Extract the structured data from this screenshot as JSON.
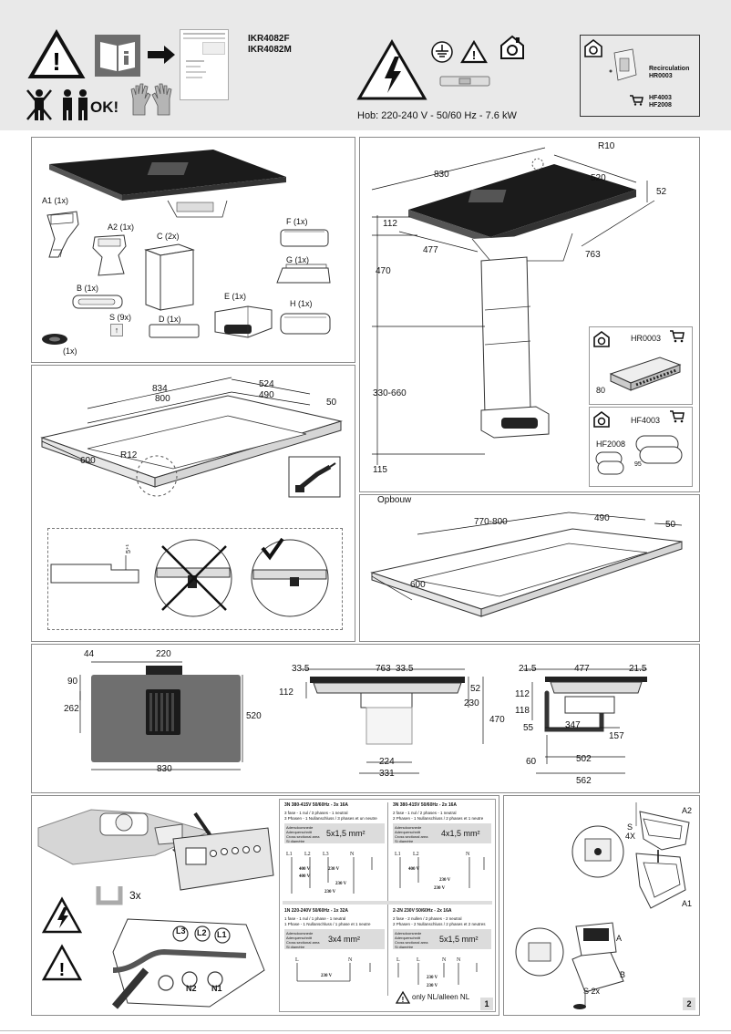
{
  "header": {
    "models": [
      "IKR4082F",
      "IKR4082M"
    ],
    "ok_label": "OK!",
    "power_spec": "Hob: 220-240 V - 50/60 Hz - 7.6 kW",
    "recirculation_label": "Recirculation",
    "recirculation_code": "HR0003",
    "filter_codes": [
      "HF4003",
      "HF2008"
    ]
  },
  "parts": {
    "hob_dims": {
      "width": "830",
      "depth": "520",
      "height": "52",
      "corner_radius": "R10",
      "top_to_duct": "112",
      "duct_offset_x": "477",
      "duct_offset_y": "763",
      "height_470": "470",
      "adjust_range": "330-660",
      "bottom": "115"
    },
    "items": [
      "A1 (1x)",
      "A2 (1x)",
      "C (2x)",
      "F (1x)",
      "G (1x)",
      "B (1x)",
      "S (9x)",
      "D (1x)",
      "E (1x)",
      "H (1x)",
      "(1x)"
    ]
  },
  "accessories": {
    "hr": {
      "code": "HR0003",
      "dim": "80"
    },
    "hf": {
      "code1": "HF4003",
      "code2": "HF2008",
      "dim": "95"
    }
  },
  "cutout_inset": {
    "dims": [
      "834",
      "800",
      "524",
      "490",
      "50",
      "600",
      "R12"
    ],
    "tolerance": "5⁺¹"
  },
  "cutout_surface": {
    "title": "Opbouw",
    "dims": [
      "770-800",
      "490",
      "50",
      "600"
    ]
  },
  "dimensions_row": {
    "top_view": [
      "44",
      "220",
      "90",
      "262",
      "520",
      "830"
    ],
    "front_view": [
      "33.5",
      "763",
      "33.5",
      "52",
      "112",
      "230",
      "470",
      "224",
      "331"
    ],
    "side_view": [
      "21.5",
      "477",
      "21.5",
      "112",
      "118",
      "55",
      "347",
      "157",
      "60",
      "502",
      "562"
    ]
  },
  "wiring": {
    "bag_label": "3x",
    "terminals": [
      "L3",
      "L2",
      "L1",
      "N2",
      "N1"
    ],
    "boxes": [
      {
        "title": "3N 380-415V 50/60Hz - 3x 16A",
        "lines": [
          "3 fase - 1 nul / 3 phases - 1 neutral",
          "3 Phasen - 1 Nullanschluss / 3 phases et un neutre"
        ],
        "section": "5x1,5 mm²",
        "voltages": [
          "400 V",
          "400 V",
          "230 V",
          "230 V",
          "230 V"
        ]
      },
      {
        "title": "3N 380-415V 50/60Hz - 2x 16A",
        "lines": [
          "2 fase - 1 nul / 2 phases - 1 neutral",
          "2 Phasen - 1 Nullanschluss / 2 phases et 1 neutre"
        ],
        "section": "4x1,5 mm²",
        "voltages": [
          "400 V",
          "230 V",
          "230 V"
        ]
      },
      {
        "title": "1N 220-240V 50/60Hz - 1x 32A",
        "lines": [
          "1 fase - 1 nul / 1 phase - 1 neutral",
          "1 Phase - 1 Nullanschluss / 1 phase et 1 neutre"
        ],
        "section": "3x4 mm²",
        "voltages": [
          "230 V"
        ]
      },
      {
        "title": "2-2N 230V 50/60Hz - 2x 16A",
        "lines": [
          "2 fase - 2 nullen / 2 phases - 2 neutral",
          "2 Phasen - 2 Nullanschluss / 2 phases et 2 neutres"
        ],
        "section": "5x1,5 mm²",
        "voltages": [
          "230 V",
          "230 V"
        ]
      }
    ],
    "section_caption": [
      "Adersdoorsnede",
      "Aderquerschnitt",
      "Cross sectional area",
      "Si diamètre"
    ],
    "note": "only NL/alleen NL",
    "page_number": "1"
  },
  "assembly": {
    "labels": [
      "A2",
      "S",
      "4X",
      "A1",
      "A",
      "B",
      "S 2x"
    ],
    "page_number": "2"
  }
}
